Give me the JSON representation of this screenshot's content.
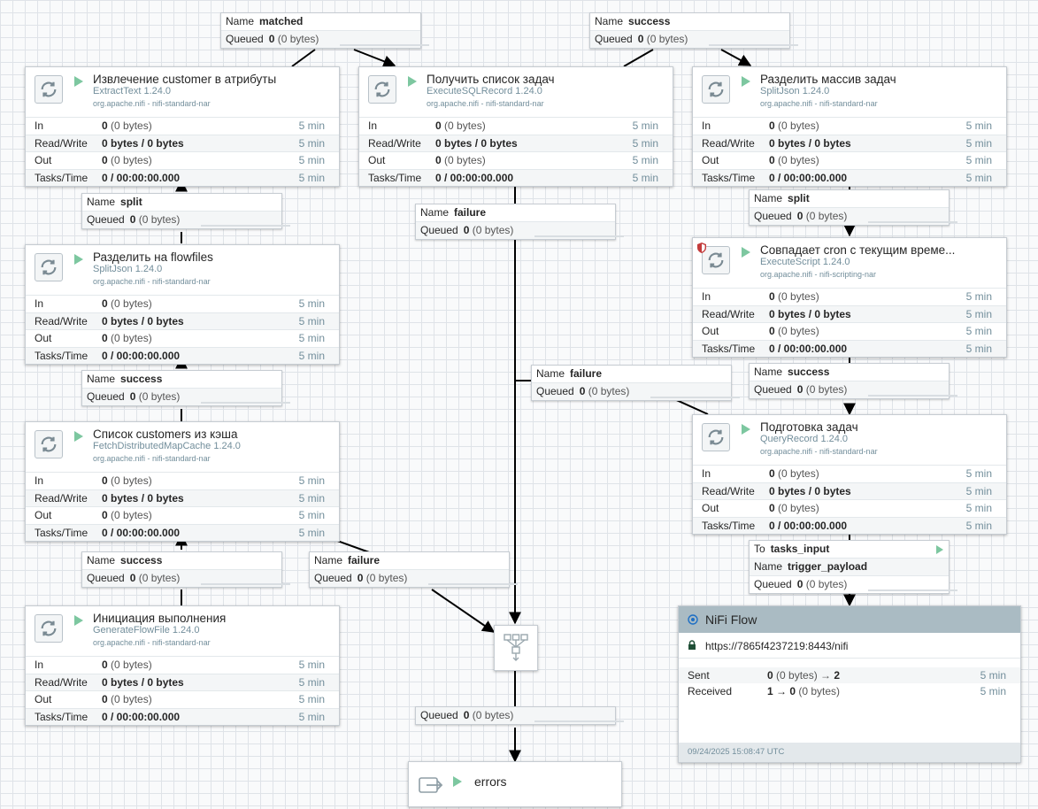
{
  "labels": {
    "in": "In",
    "rw": "Read/Write",
    "out": "Out",
    "tasks": "Tasks/Time",
    "name": "Name",
    "queued": "Queued",
    "to": "To",
    "sent": "Sent",
    "received": "Received"
  },
  "processors": {
    "extract": {
      "name": "Извлечение customer в атрибуты",
      "type": "ExtractText 1.24.0",
      "bundle": "org.apache.nifi - nifi-standard-nar",
      "in_count": "0",
      "in_bytes": "(0 bytes)",
      "rw": "0 bytes / 0 bytes",
      "out_count": "0",
      "out_bytes": "(0 bytes)",
      "tasks": "0 / 00:00:00.000",
      "time": "5 min"
    },
    "getlist": {
      "name": "Получить список задач",
      "type": "ExecuteSQLRecord 1.24.0",
      "bundle": "org.apache.nifi - nifi-standard-nar",
      "in_count": "0",
      "in_bytes": "(0 bytes)",
      "rw": "0 bytes / 0 bytes",
      "out_count": "0",
      "out_bytes": "(0 bytes)",
      "tasks": "0 / 00:00:00.000",
      "time": "5 min"
    },
    "splitarr": {
      "name": "Разделить массив задач",
      "type": "SplitJson 1.24.0",
      "bundle": "org.apache.nifi - nifi-standard-nar",
      "in_count": "0",
      "in_bytes": "(0 bytes)",
      "rw": "0 bytes / 0 bytes",
      "out_count": "0",
      "out_bytes": "(0 bytes)",
      "tasks": "0 / 00:00:00.000",
      "time": "5 min"
    },
    "splitff": {
      "name": "Разделить на flowfiles",
      "type": "SplitJson 1.24.0",
      "bundle": "org.apache.nifi - nifi-standard-nar",
      "in_count": "0",
      "in_bytes": "(0 bytes)",
      "rw": "0 bytes / 0 bytes",
      "out_count": "0",
      "out_bytes": "(0 bytes)",
      "tasks": "0 / 00:00:00.000",
      "time": "5 min"
    },
    "cron": {
      "name": "Совпадает cron с текущим време...",
      "type": "ExecuteScript 1.24.0",
      "bundle": "org.apache.nifi - nifi-scripting-nar",
      "in_count": "0",
      "in_bytes": "(0 bytes)",
      "rw": "0 bytes / 0 bytes",
      "out_count": "0",
      "out_bytes": "(0 bytes)",
      "tasks": "0 / 00:00:00.000",
      "time": "5 min"
    },
    "fetch": {
      "name": "Список customers из кэша",
      "type": "FetchDistributedMapCache 1.24.0",
      "bundle": "org.apache.nifi - nifi-standard-nar",
      "in_count": "0",
      "in_bytes": "(0 bytes)",
      "rw": "0 bytes / 0 bytes",
      "out_count": "0",
      "out_bytes": "(0 bytes)",
      "tasks": "0 / 00:00:00.000",
      "time": "5 min"
    },
    "prepare": {
      "name": "Подготовка задач",
      "type": "QueryRecord 1.24.0",
      "bundle": "org.apache.nifi - nifi-standard-nar",
      "in_count": "0",
      "in_bytes": "(0 bytes)",
      "rw": "0 bytes / 0 bytes",
      "out_count": "0",
      "out_bytes": "(0 bytes)",
      "tasks": "0 / 00:00:00.000",
      "time": "5 min"
    },
    "generate": {
      "name": "Инициация выполнения",
      "type": "GenerateFlowFile 1.24.0",
      "bundle": "org.apache.nifi - nifi-standard-nar",
      "in_count": "0",
      "in_bytes": "(0 bytes)",
      "rw": "0 bytes / 0 bytes",
      "out_count": "0",
      "out_bytes": "(0 bytes)",
      "tasks": "0 / 00:00:00.000",
      "time": "5 min"
    }
  },
  "connections": {
    "matched": {
      "name": "matched",
      "queued_count": "0",
      "queued_bytes": "(0 bytes)"
    },
    "success_top": {
      "name": "success",
      "queued_count": "0",
      "queued_bytes": "(0 bytes)"
    },
    "split_left": {
      "name": "split",
      "queued_count": "0",
      "queued_bytes": "(0 bytes)"
    },
    "failure_mid": {
      "name": "failure",
      "queued_count": "0",
      "queued_bytes": "(0 bytes)"
    },
    "split_right": {
      "name": "split",
      "queued_count": "0",
      "queued_bytes": "(0 bytes)"
    },
    "success_left1": {
      "name": "success",
      "queued_count": "0",
      "queued_bytes": "(0 bytes)"
    },
    "failure_center": {
      "name": "failure",
      "queued_count": "0",
      "queued_bytes": "(0 bytes)"
    },
    "success_right": {
      "name": "success",
      "queued_count": "0",
      "queued_bytes": "(0 bytes)"
    },
    "success_left2": {
      "name": "success",
      "queued_count": "0",
      "queued_bytes": "(0 bytes)"
    },
    "failure_fetch": {
      "name": "failure",
      "queued_count": "0",
      "queued_bytes": "(0 bytes)"
    },
    "to_remote": {
      "to": "tasks_input",
      "name": "trigger_payload",
      "queued_count": "0",
      "queued_bytes": "(0 bytes)"
    },
    "funnel_out": {
      "queued_count": "0",
      "queued_bytes": "(0 bytes)"
    }
  },
  "output_port": {
    "name": "errors"
  },
  "remote_group": {
    "title": "NiFi Flow",
    "url": "https://7865f4237219:8443/nifi",
    "sent_count": "0",
    "sent_rest": "(0 bytes) → ",
    "sent_ports": "2",
    "received_prefix": "1 → ",
    "received_count": "0",
    "received_bytes": "(0 bytes)",
    "time": "5 min",
    "timestamp": "09/24/2025 15:08:47 UTC"
  },
  "colors": {
    "run": "#7dc7a0",
    "header": "#aabbc3",
    "accent": "#728e9b",
    "canvas": "#f9fafb"
  }
}
